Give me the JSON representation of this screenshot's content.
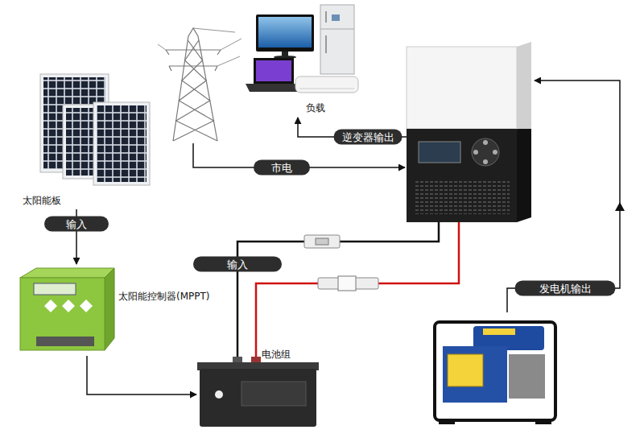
{
  "diagram": {
    "nodes": [
      {
        "text": [
          "太阳能板"
        ]
      },
      {
        "text": [
          "负载"
        ]
      },
      {
        "text": [
          "太阳能控制器(MPPT)"
        ]
      },
      {
        "text": [
          "电池组"
        ]
      }
    ],
    "edges": [
      {
        "from": 0,
        "to": 2,
        "arrow": "to",
        "label": "输入"
      },
      {
        "from": 2,
        "to": 3,
        "arrow": "to"
      }
    ],
    "labels": [
      "逆变器输出",
      "市电",
      "输入",
      "发电机输出"
    ]
  }
}
